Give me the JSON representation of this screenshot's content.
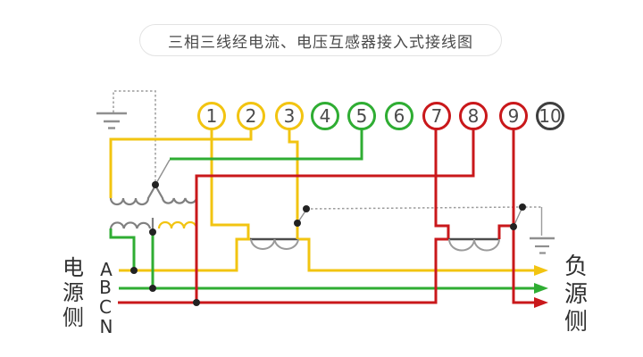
{
  "title": "三相三线经电流、电压互感器接入式接线图",
  "colors": {
    "phase_a_yellow": "#F2C411",
    "phase_b_green": "#2FAD33",
    "phase_c_red": "#C9181B",
    "terminal_10_dark": "#3F3F3F",
    "coil_gray": "#808080",
    "ct_line_dark": "#4D4D4D",
    "ct_arc_gray": "#9A9A9A",
    "ground_gray": "#8F8F8F",
    "dotted_gray": "#9C9C9C",
    "junction_black": "#222222",
    "number_text": "#4A4A4A"
  },
  "terminals": [
    {
      "label": "1",
      "color": "#F2C411"
    },
    {
      "label": "2",
      "color": "#F2C411"
    },
    {
      "label": "3",
      "color": "#F2C411"
    },
    {
      "label": "4",
      "color": "#2FAD33"
    },
    {
      "label": "5",
      "color": "#2FAD33"
    },
    {
      "label": "6",
      "color": "#2FAD33"
    },
    {
      "label": "7",
      "color": "#C9181B"
    },
    {
      "label": "8",
      "color": "#C9181B"
    },
    {
      "label": "9",
      "color": "#C9181B"
    },
    {
      "label": "10",
      "color": "#3F3F3F"
    }
  ],
  "source_side": {
    "chars": [
      "电",
      "源",
      "侧"
    ],
    "phases": [
      "A",
      "B",
      "C",
      "N"
    ]
  },
  "load_side": {
    "chars": [
      "负",
      "源",
      "侧"
    ]
  }
}
